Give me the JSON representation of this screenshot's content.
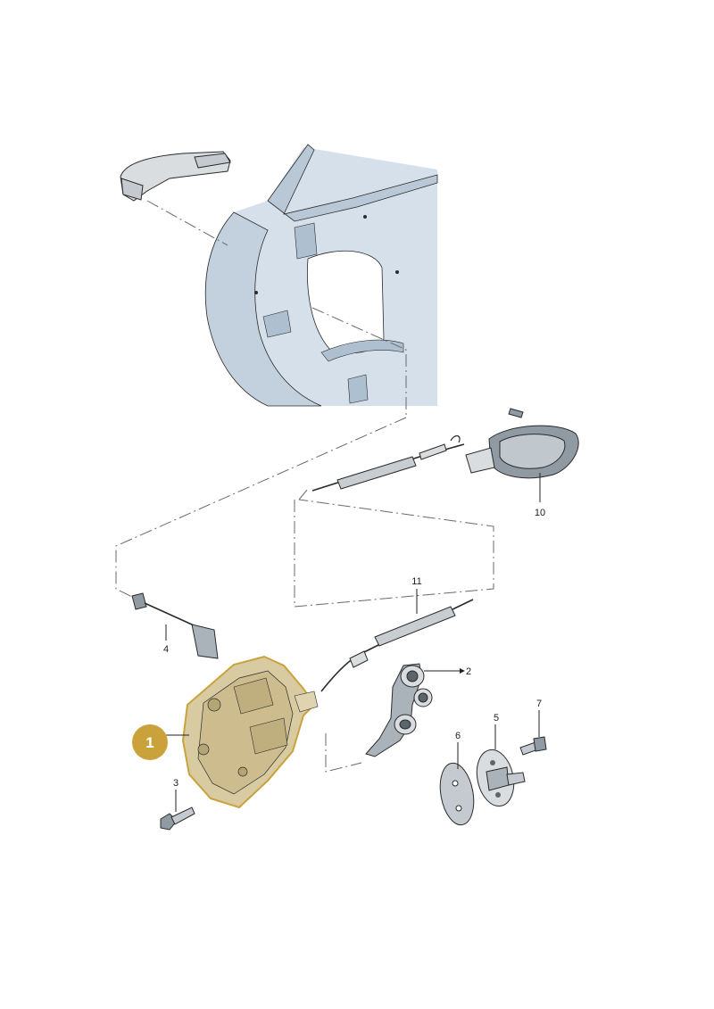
{
  "callouts": {
    "highlighted": "1",
    "c2": "2",
    "c3": "3",
    "c4": "4",
    "c5": "5",
    "c6": "6",
    "c7": "7",
    "c10": "10",
    "c11": "11"
  },
  "colors": {
    "highlight_fill": "#c9a23c",
    "highlight_part": "#d8cba2",
    "door_panel": "#d6e0ea",
    "door_shade": "#b9c8d7",
    "part_grey": "#d9dde0",
    "line": "#2b2b2b"
  },
  "icons": {
    "highlight_badge": "numbered-circle-badge"
  }
}
